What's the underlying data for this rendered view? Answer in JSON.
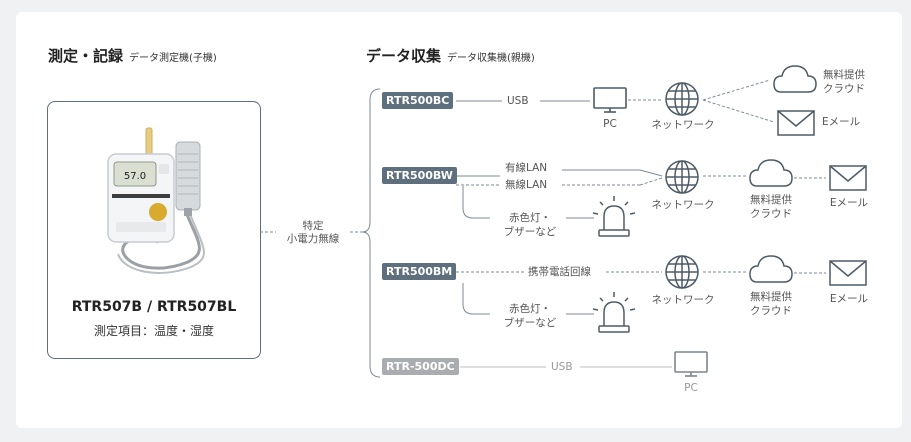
{
  "left": {
    "title": "測定・記録",
    "subtitle": "データ測定機(子機)",
    "device_name": "RTR507B / RTR507BL",
    "device_desc": "測定項目：温度・湿度"
  },
  "right": {
    "title": "データ収集",
    "subtitle": "データ収集機(親機)"
  },
  "link": {
    "line1": "特定",
    "line2": "小電力無線"
  },
  "rows": {
    "bc": {
      "tag": "RTR500BC",
      "usb": "USB",
      "pc": "PC",
      "network": "ネットワーク",
      "cloud": "無料提供\nクラウド",
      "email": "Eメール"
    },
    "bw": {
      "tag": "RTR500BW",
      "wired": "有線LAN",
      "wireless": "無線LAN",
      "network": "ネットワーク",
      "cloud": "無料提供\nクラウド",
      "email": "Eメール",
      "alarm": "赤色灯・\nブザーなど"
    },
    "bm": {
      "tag": "RTR500BM",
      "mobile": "携帯電話回線",
      "network": "ネットワーク",
      "cloud": "無料提供\nクラウド",
      "email": "Eメール",
      "alarm": "赤色灯・\nブザーなど"
    },
    "dc": {
      "tag": "RTR-500DC",
      "usb": "USB",
      "pc": "PC"
    }
  },
  "device_screen": {
    "display": "57.0"
  },
  "colors": {
    "accent": "#5e6f7d",
    "grey_tag": "#a9adb0",
    "line": "#7d8a95",
    "icon": "#4d5b67"
  }
}
